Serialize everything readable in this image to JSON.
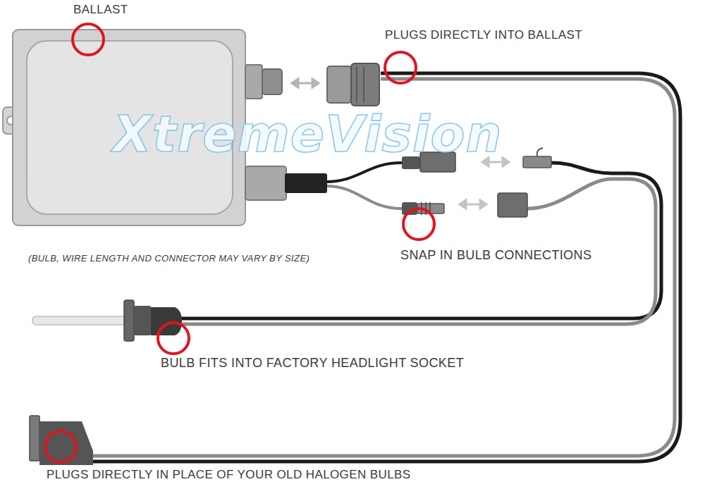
{
  "diagram": {
    "labels": [
      "BALLAST",
      "PLUGS DIRECTLY INTO BALLAST",
      "XtremeVision",
      "(BULB, WIRE LENGTH AND CONNECTOR MAY VARY BY SIZE)",
      "SNAP IN BULB CONNECTIONS",
      "BULB FITS INTO FACTORY HEADLIGHT SOCKET",
      "PLUGS DIRECTLY IN PLACE OF YOUR OLD HALOGEN BULBS"
    ]
  }
}
